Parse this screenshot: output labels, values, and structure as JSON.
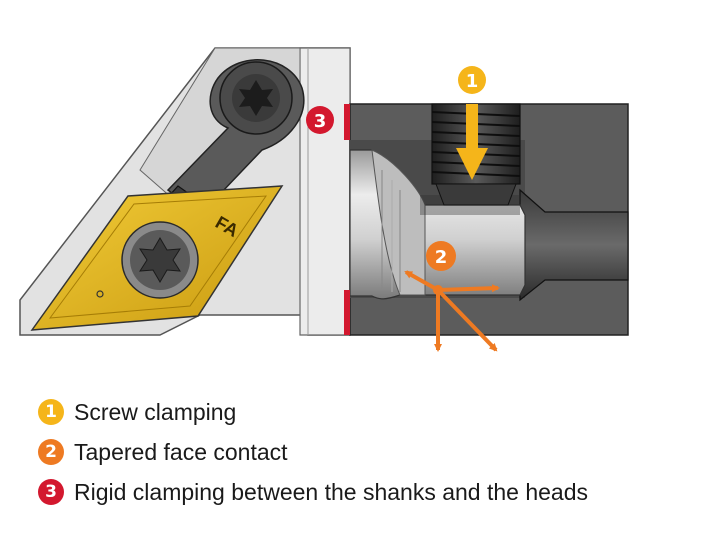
{
  "diagram": {
    "insert_marking": "FA",
    "callouts": [
      {
        "number": "1",
        "color": "#f5b51a",
        "text_color": "#ffffff"
      },
      {
        "number": "2",
        "color": "#ee7a22",
        "text_color": "#ffffff"
      },
      {
        "number": "3",
        "color": "#d3182e",
        "text_color": "#ffffff"
      }
    ]
  },
  "legend": {
    "items": [
      {
        "number": "1",
        "label": "Screw clamping",
        "color": "#f5b51a",
        "text_color": "#ffffff"
      },
      {
        "number": "2",
        "label": "Tapered face contact",
        "color": "#ee7a22",
        "text_color": "#ffffff"
      },
      {
        "number": "3",
        "label": "Rigid clamping between the shanks and the heads",
        "color": "#d3182e",
        "text_color": "#ffffff"
      }
    ]
  },
  "colors": {
    "clamping_arrow": "#f5b51a",
    "contact_arrows": "#ee7a22",
    "clamp_lines": "#d3182e",
    "insert": "#e8b816",
    "shank_dark": "#5c5c5c",
    "holder_light": "#dcdcdc"
  }
}
